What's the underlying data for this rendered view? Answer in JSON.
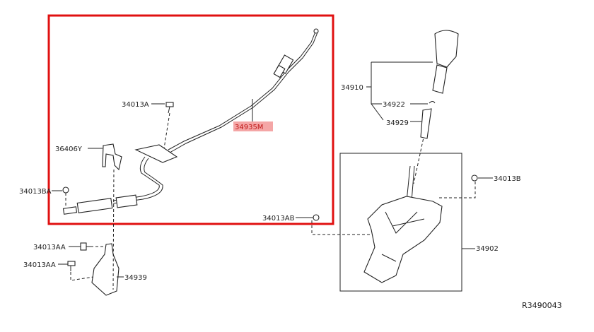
{
  "diagram": {
    "highlight_color": "#e01010",
    "highlight_label_bg": "#f4a6a6",
    "reference_code": "R3490043",
    "labels": {
      "p34013A": "34013A",
      "p34935M": "34935M",
      "p36406Y": "36406Y",
      "p34013BA": "34013BA",
      "p34013AB": "34013AB",
      "p34013AA_1": "34013AA",
      "p34013AA_2": "34013AA",
      "p34939": "34939",
      "p34910": "34910",
      "p34922": "34922",
      "p34929": "34929",
      "p34013B": "34013B",
      "p34902": "34902"
    },
    "highlighted_part": "34935M"
  }
}
